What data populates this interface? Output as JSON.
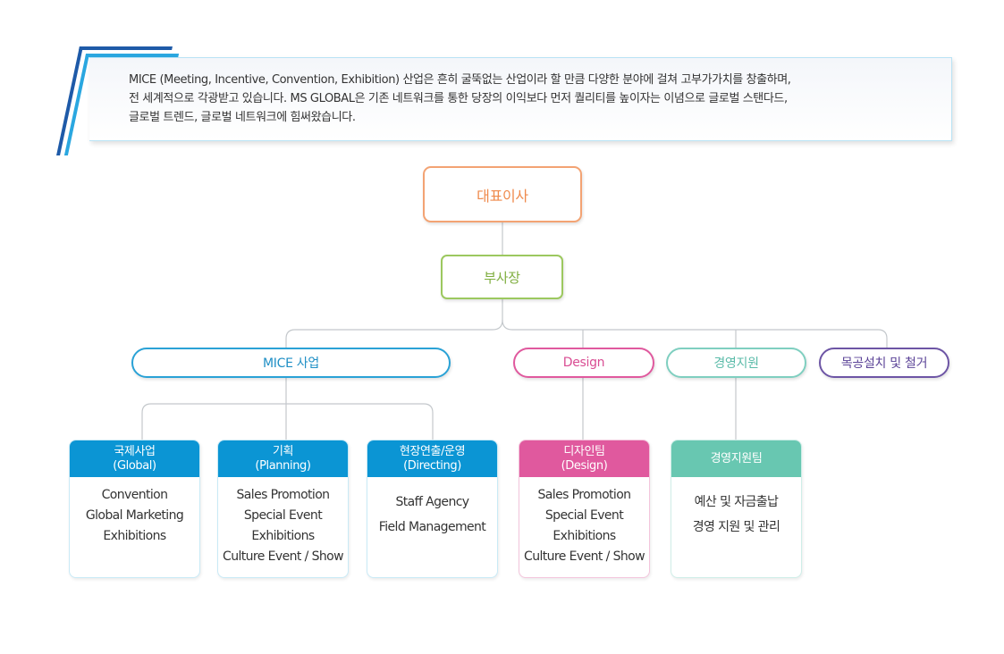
{
  "intro": {
    "lines": [
      "MICE (Meeting, Incentive, Convention, Exhibition) 산업은 흔히 굴뚝없는 산업이라 할 만큼 다양한 분야에 걸쳐 고부가가치를 창출하며,",
      "전 세계적으로 각광받고 있습니다. MS GLOBAL은 기존 네트워크를 통한 당장의 이익보다 먼저 퀄리티를 높이자는 이념으로 글로벌 스탠다드,",
      "글로벌 트렌드, 글로벌 네트워크에 힘써왔습니다."
    ]
  },
  "org": {
    "ceo": "대표이사",
    "vp": "부사장",
    "divisions": {
      "mice": "MICE 사업",
      "design": "Design",
      "management": "경영지원",
      "carpentry": "목공설치 및 철거"
    },
    "teams": [
      {
        "title": "국제사업",
        "subtitle": "(Global)",
        "items": [
          "Convention",
          "Global Marketing",
          "Exhibitions"
        ]
      },
      {
        "title": "기획",
        "subtitle": "(Planning)",
        "items": [
          "Sales Promotion",
          "Special Event",
          "Exhibitions",
          "Culture Event / Show"
        ]
      },
      {
        "title": "현장연출/운영",
        "subtitle": "(Directing)",
        "items": [
          "Staff Agency",
          "Field Management"
        ]
      },
      {
        "title": "디자인팀",
        "subtitle": "(Design)",
        "items": [
          "Sales Promotion",
          "Special Event",
          "Exhibitions",
          "Culture Event / Show"
        ]
      },
      {
        "title": "경영지원팀",
        "subtitle": "",
        "items": [
          "예산 및 자금출납",
          "경영 지원 및 관리"
        ]
      }
    ]
  },
  "colors": {
    "ceo": "#f3a373",
    "vp": "#9cc85f",
    "mice": "#2aa2d6",
    "design": "#e0599e",
    "management": "#68c7b1",
    "carpentry": "#6d55a5",
    "connector": "#c4c8cc"
  }
}
